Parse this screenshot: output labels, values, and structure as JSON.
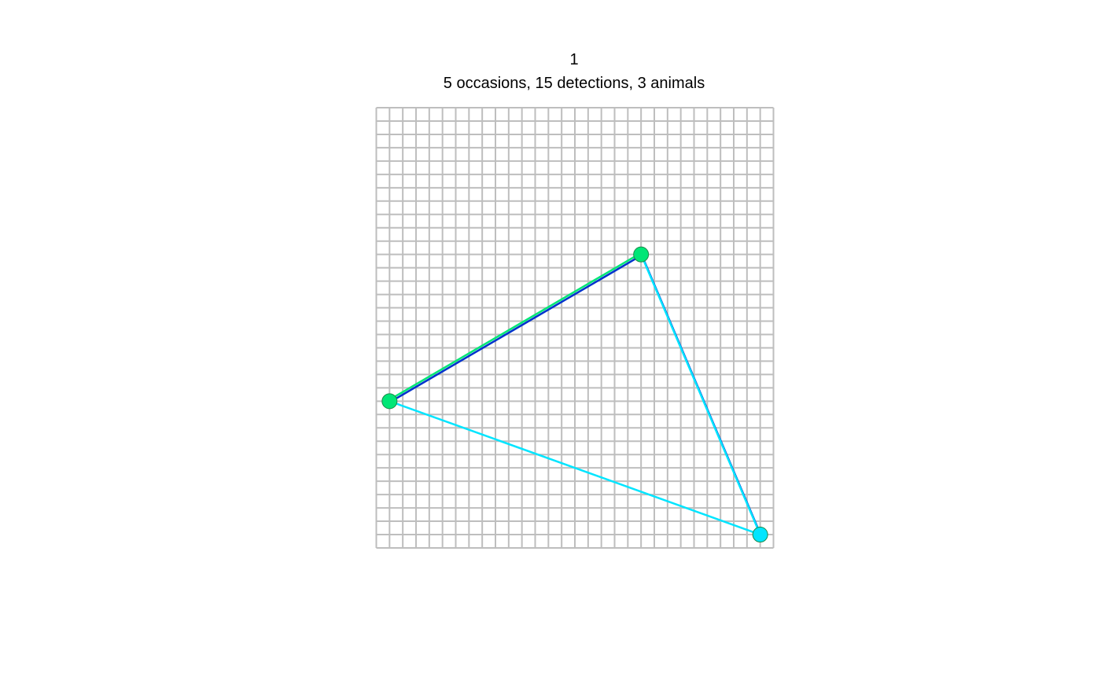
{
  "plot": {
    "title": "1",
    "subtitle": "5 occasions, 15 detections, 3 animals"
  },
  "colors": {
    "grid": "#BEBEBE",
    "animal_1": "#00E676",
    "animal_2": "#0033CC",
    "animal_3": "#00E5FF",
    "point_outline": "#1A8A4A"
  },
  "grid": {
    "columns": 30,
    "rows": 33
  },
  "detectors": [
    {
      "id": "trap-a",
      "col": 1,
      "row": 11,
      "last_color": "#00E676"
    },
    {
      "id": "trap-b",
      "col": 20,
      "row": 22,
      "last_color": "#00E676"
    },
    {
      "id": "trap-c",
      "col": 29,
      "row": 1,
      "last_color": "#00E5FF"
    }
  ],
  "tracks": [
    {
      "animal": "animal_1",
      "color": "#00E676",
      "path": [
        "trap-a",
        "trap-b"
      ]
    },
    {
      "animal": "animal_2",
      "color": "#0033CC",
      "path": [
        "trap-a",
        "trap-b",
        "trap-c"
      ]
    },
    {
      "animal": "animal_3",
      "color": "#00E5FF",
      "path": [
        "trap-b",
        "trap-c",
        "trap-a"
      ]
    }
  ]
}
